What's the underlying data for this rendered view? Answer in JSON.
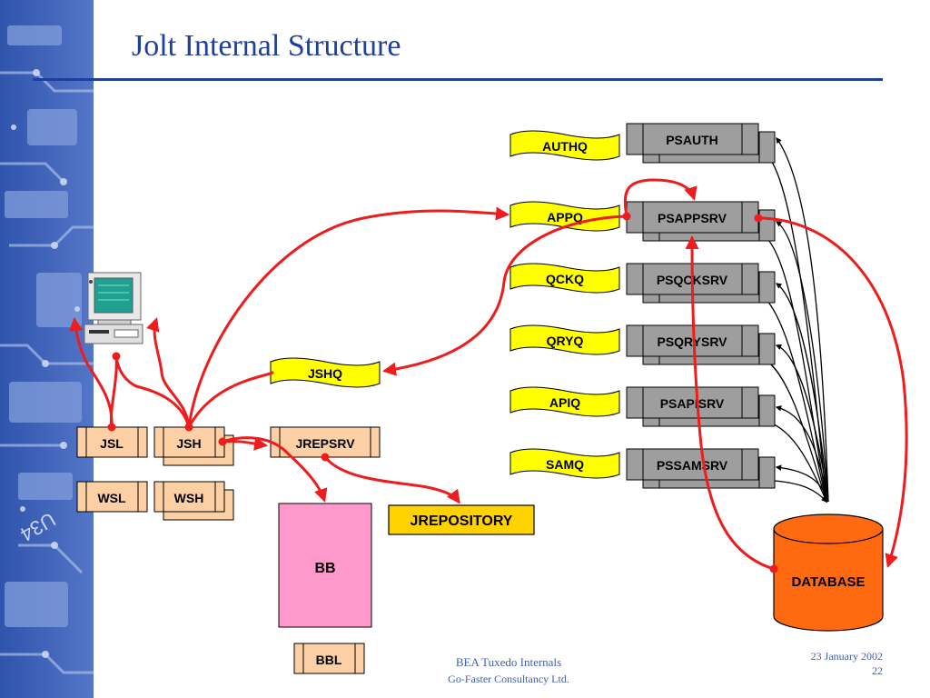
{
  "slide": {
    "title": "Jolt Internal Structure",
    "footer_line1": "BEA Tuxedo Internals",
    "footer_line2": "Go-Faster Consultancy Ltd.",
    "date": "23 January 2002",
    "page_number": "22"
  },
  "colors": {
    "title": "#1f3f9a",
    "side_panel": "#3f64b8",
    "server_box": "#9e9e9e",
    "listener_box": "#fcd0a4",
    "queue": "#ffff00",
    "jrepository": "#ffd200",
    "bb": "#ff99cc",
    "database": "#ff6a10",
    "arrow_red": "#ee1c1c"
  },
  "diagram": {
    "queues": [
      "AUTHQ",
      "APPQ",
      "QCKQ",
      "QRYQ",
      "APIQ",
      "SAMQ"
    ],
    "servers": [
      "PSAUTH",
      "PSAPPSRV",
      "PSQCKSRV",
      "PSQRYSRV",
      "PSAPISRV",
      "PSSAMSRV"
    ],
    "jshq": "JSHQ",
    "listeners": [
      "JSL",
      "JSH",
      "JREPSRV",
      "WSL",
      "WSH"
    ],
    "jrepository": "JREPOSITORY",
    "bb": "BB",
    "bbl": "BBL",
    "database": "DATABASE"
  },
  "icons": {
    "computer": "desktop-computer-icon",
    "side_panel": "circuit-board-image"
  }
}
